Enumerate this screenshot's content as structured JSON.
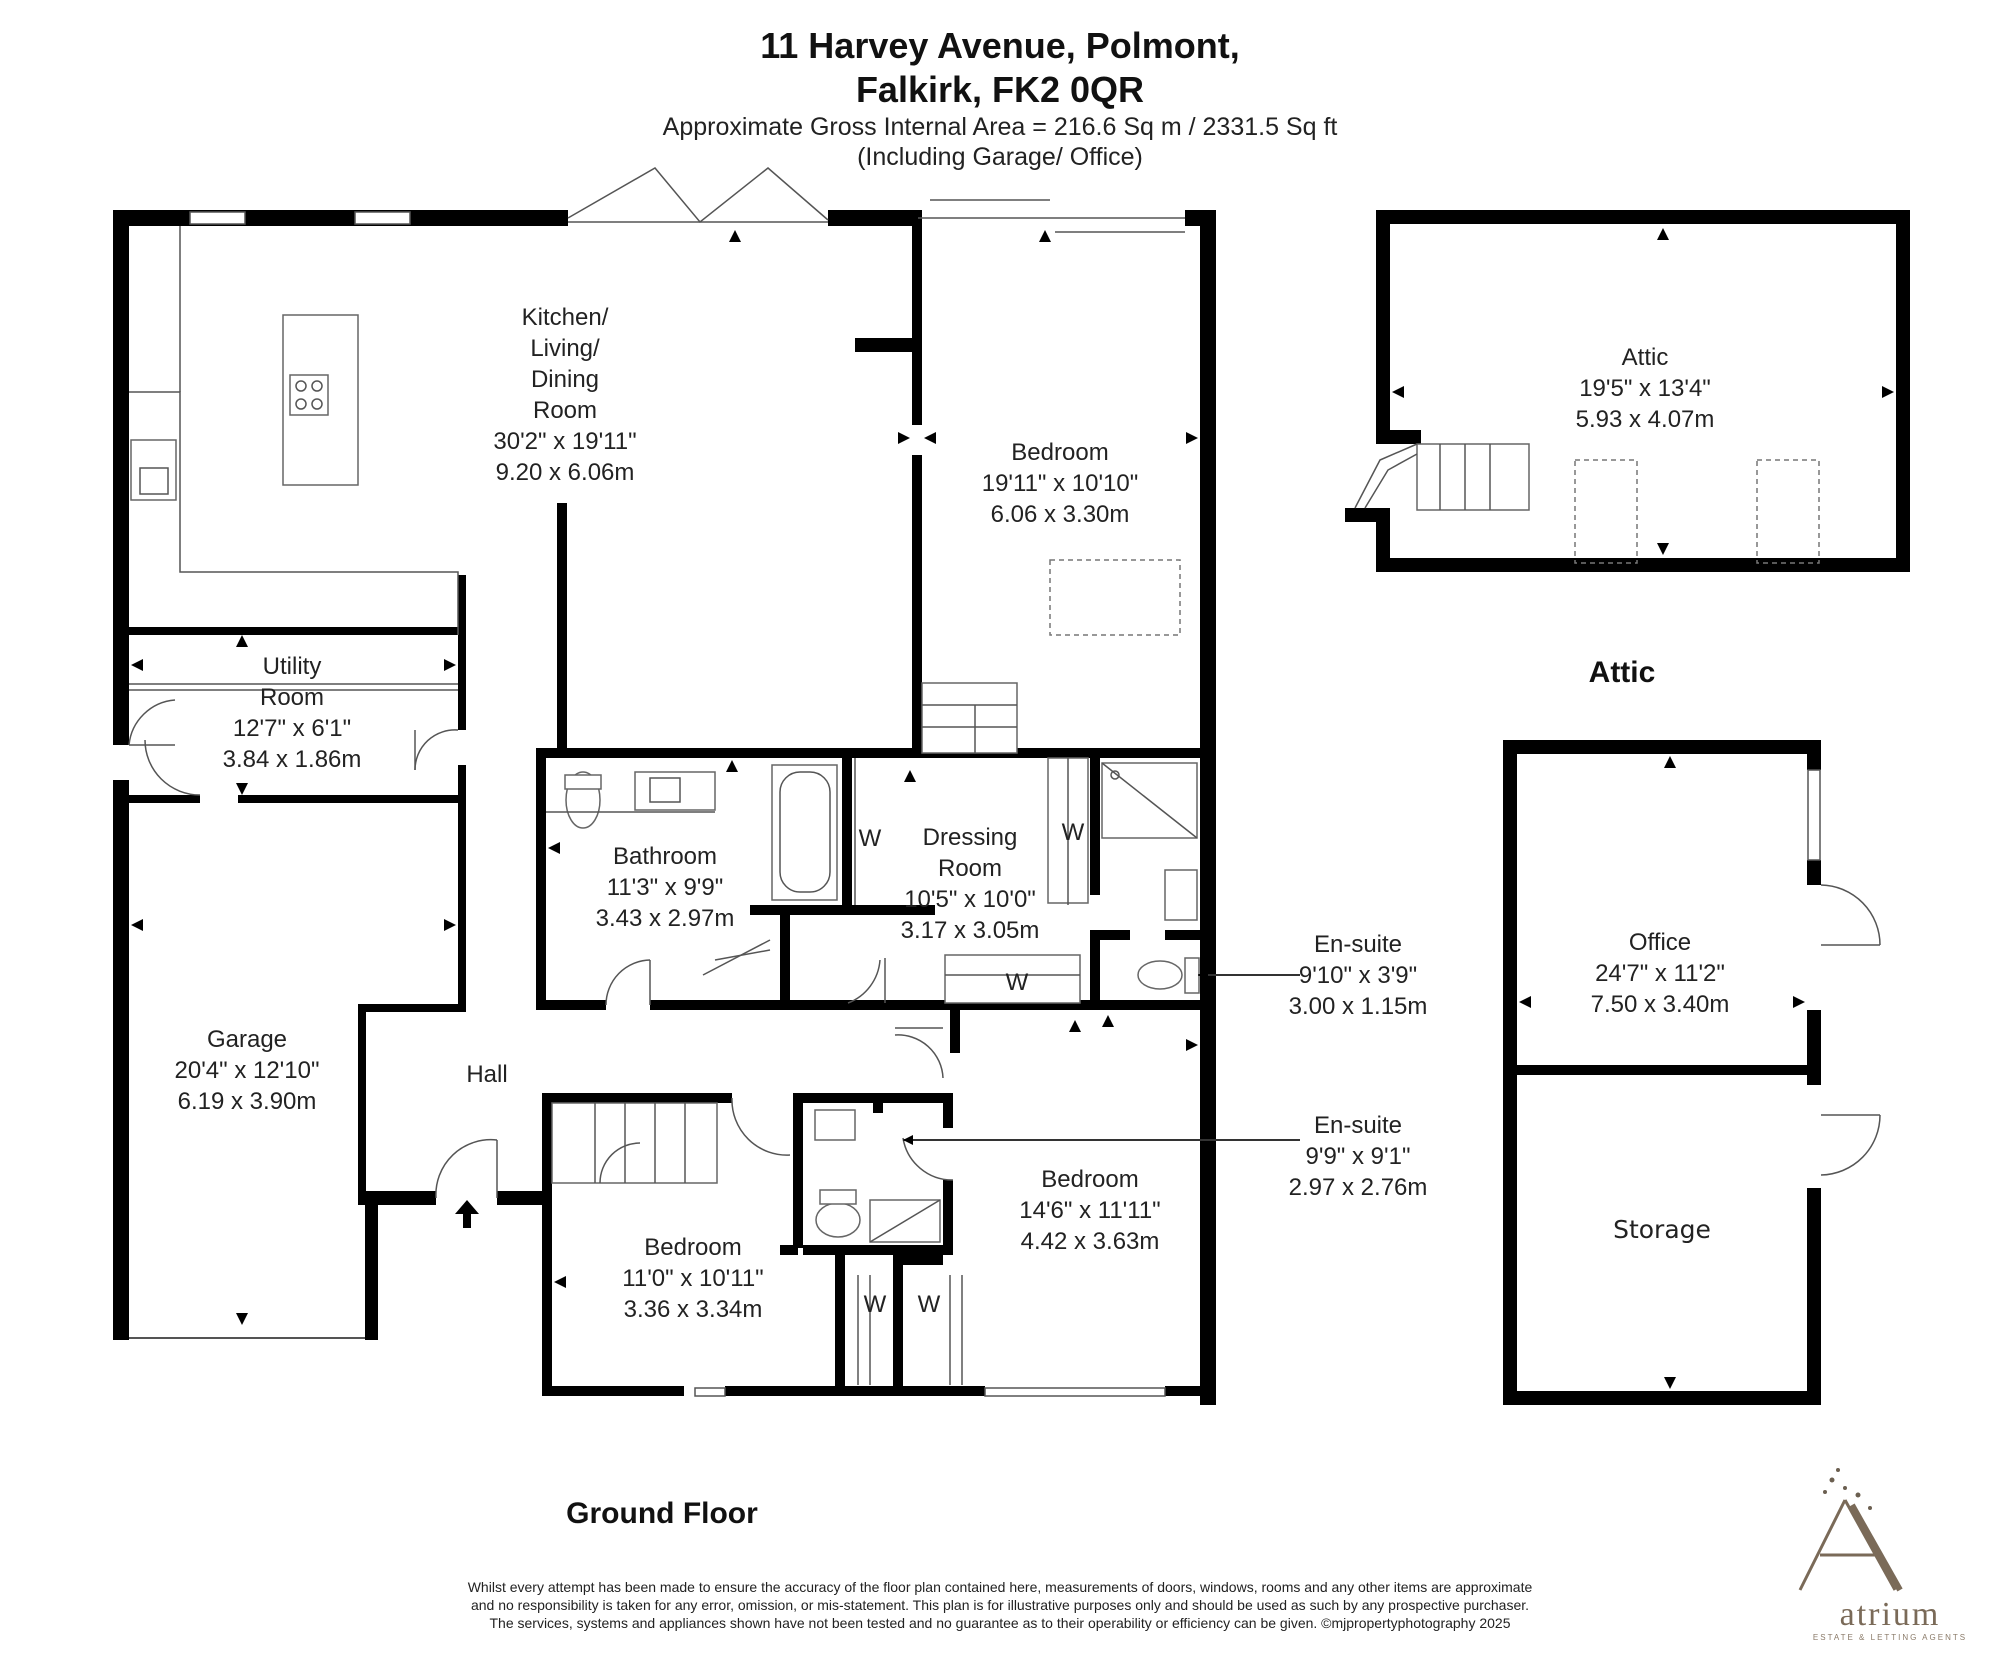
{
  "header": {
    "address_line1": "11 Harvey Avenue, Polmont,",
    "address_line2": "Falkirk, FK2 0QR",
    "area": "Approximate Gross Internal Area = 216.6 Sq m / 2331.5 Sq ft",
    "area_note": "(Including Garage/ Office)"
  },
  "rooms": {
    "kitchen": {
      "name1": "Kitchen/",
      "name2": "Living/",
      "name3": "Dining",
      "name4": "Room",
      "imperial": "30'2\" x 19'11\"",
      "metric": "9.20 x 6.06m"
    },
    "bedroom_top": {
      "name": "Bedroom",
      "imperial": "19'11\" x 10'10\"",
      "metric": "6.06 x 3.30m"
    },
    "utility": {
      "name1": "Utility",
      "name2": "Room",
      "imperial": "12'7\" x 6'1\"",
      "metric": "3.84 x 1.86m"
    },
    "bathroom": {
      "name": "Bathroom",
      "imperial": "11'3\" x 9'9\"",
      "metric": "3.43 x 2.97m"
    },
    "dressing": {
      "name1": "Dressing",
      "name2": "Room",
      "imperial": "10'5\" x 10'0\"",
      "metric": "3.17 x 3.05m"
    },
    "ensuite_1": {
      "name": "En-suite",
      "imperial": "9'10\" x 3'9\"",
      "metric": "3.00 x 1.15m"
    },
    "ensuite_2": {
      "name": "En-suite",
      "imperial": "9'9\" x 9'1\"",
      "metric": "2.97 x 2.76m"
    },
    "garage": {
      "name": "Garage",
      "imperial": "20'4\" x 12'10\"",
      "metric": "6.19 x 3.90m"
    },
    "hall": {
      "name": "Hall"
    },
    "bedroom_left": {
      "name": "Bedroom",
      "imperial": "11'0\" x 10'11\"",
      "metric": "3.36 x 3.34m"
    },
    "bedroom_right": {
      "name": "Bedroom",
      "imperial": "14'6\" x 11'11\"",
      "metric": "4.42 x 3.63m"
    },
    "attic": {
      "name": "Attic",
      "imperial": "19'5\" x 13'4\"",
      "metric": "5.93 x 4.07m"
    },
    "office": {
      "name": "Office",
      "imperial": "24'7\" x 11'2\"",
      "metric": "7.50 x 3.40m"
    },
    "storage": {
      "name": "Storage"
    }
  },
  "wardrobe_label": "W",
  "floors": {
    "ground": "Ground Floor",
    "attic": "Attic"
  },
  "disclaimer": {
    "line1": "Whilst every attempt has been made to ensure the accuracy of the floor plan contained here, measurements of doors, windows, rooms and any other items are approximate",
    "line2": "and no responsibility is taken for any error, omission, or mis-statement. This plan is for illustrative purposes only and should be used as such by any prospective purchaser.",
    "line3": "The services, systems and appliances shown have not been tested and no guarantee as to their operability or efficiency can be given. ©mjpropertyphotography 2025"
  },
  "logo": {
    "name": "atrium",
    "tagline": "ESTATE & LETTING AGENTS"
  }
}
